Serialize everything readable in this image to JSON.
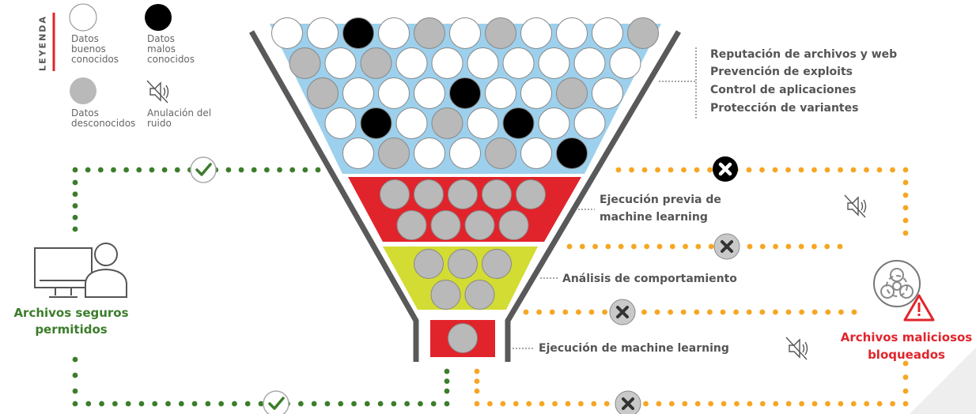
{
  "legend": {
    "title": "LEYENDA",
    "good": "Datos buenos conocidos",
    "bad": "Datos malos conocidos",
    "unknown": "Datos desconocidos",
    "noise": "Anulación del ruido"
  },
  "stages": {
    "top": [
      "Reputación de archivos y web",
      "Prevención de exploits",
      "Control de aplicaciones",
      "Protección de variantes"
    ],
    "pre_ml": [
      "Ejecución previa de",
      "machine learning"
    ],
    "behavior": "Análisis de comportamiento",
    "ml": "Ejecución de machine learning"
  },
  "outcomes": {
    "safe": [
      "Archivos seguros",
      "permitidos"
    ],
    "malicious": [
      "Archivos maliciosos",
      "bloqueados"
    ]
  },
  "colors": {
    "blue": "#9dd0ec",
    "red": "#e1242b",
    "yellow": "#d3dc33",
    "gray": "#b9b9b9",
    "green": "#3c7d2b",
    "orange": "#f6a623",
    "funnel_line": "#595959"
  },
  "funnel_balls": {
    "top_rows": [
      [
        "white",
        "white",
        "black",
        "white",
        "gray",
        "white",
        "gray",
        "white",
        "white",
        "white",
        "gray"
      ],
      [
        "gray",
        "white",
        "gray",
        "white",
        "white",
        "white",
        "white",
        "white",
        "white",
        "white"
      ],
      [
        "gray",
        "white",
        "white",
        "white",
        "black",
        "white",
        "white",
        "gray",
        "white"
      ],
      [
        "white",
        "black",
        "white",
        "gray",
        "white",
        "black",
        "white",
        "white"
      ],
      [
        "white",
        "gray",
        "white",
        "white",
        "gray",
        "white",
        "black"
      ]
    ]
  }
}
